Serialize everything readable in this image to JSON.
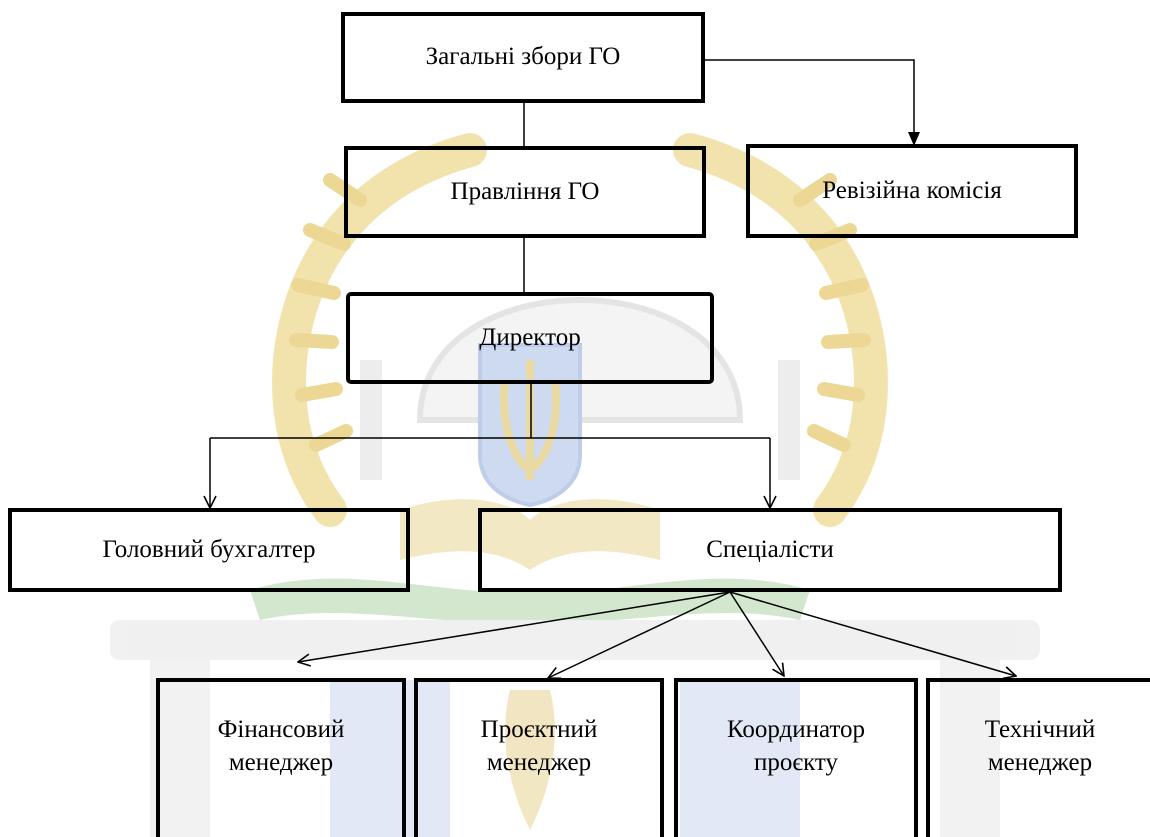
{
  "colors": {
    "ink": "#000000",
    "watermark_gold": "#f1dfa4",
    "watermark_blue": "#c9d6ef",
    "watermark_green": "#cfe4c9",
    "watermark_grey": "#e4e4e4"
  },
  "watermark": {
    "description_icon": "coat-of-arms-emblem"
  },
  "nodes": {
    "general_meeting": "Загальні збори ГО",
    "board": "Правління ГО",
    "audit_commission": "Ревізійна комісія",
    "director": "Директор",
    "chief_accountant": "Головний бухгалтер",
    "specialists": "Спеціалісти",
    "financial_manager": {
      "line1": "Фінансовий",
      "line2": "менеджер"
    },
    "project_manager": {
      "line1": "Проєктний",
      "line2": "менеджер"
    },
    "project_coordinator": {
      "line1": "Координатор",
      "line2": "проєкту"
    },
    "technical_manager": {
      "line1": "Технічний",
      "line2": "менеджер"
    }
  },
  "edges": [
    {
      "from": "general_meeting",
      "to": "board",
      "arrow": false
    },
    {
      "from": "general_meeting",
      "to": "audit_commission",
      "arrow": true
    },
    {
      "from": "board",
      "to": "director",
      "arrow": false
    },
    {
      "from": "director",
      "to": "chief_accountant",
      "arrow": true
    },
    {
      "from": "director",
      "to": "specialists",
      "arrow": true
    },
    {
      "from": "specialists",
      "to": "financial_manager",
      "arrow": true
    },
    {
      "from": "specialists",
      "to": "project_manager",
      "arrow": true
    },
    {
      "from": "specialists",
      "to": "project_coordinator",
      "arrow": true
    },
    {
      "from": "specialists",
      "to": "technical_manager",
      "arrow": true
    }
  ]
}
